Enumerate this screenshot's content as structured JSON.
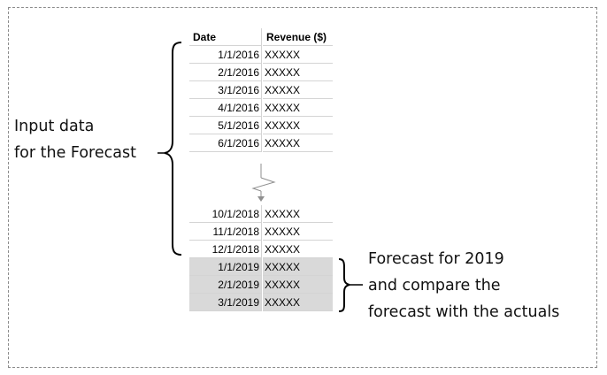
{
  "table": {
    "header": {
      "date": "Date",
      "revenue": "Revenue ($)"
    },
    "input_rows_top": [
      {
        "date": "1/1/2016",
        "revenue": "XXXXX"
      },
      {
        "date": "2/1/2016",
        "revenue": "XXXXX"
      },
      {
        "date": "3/1/2016",
        "revenue": "XXXXX"
      },
      {
        "date": "4/1/2016",
        "revenue": "XXXXX"
      },
      {
        "date": "5/1/2016",
        "revenue": "XXXXX"
      },
      {
        "date": "6/1/2016",
        "revenue": "XXXXX"
      }
    ],
    "input_rows_bottom": [
      {
        "date": "10/1/2018",
        "revenue": "XXXXX"
      },
      {
        "date": "11/1/2018",
        "revenue": "XXXXX"
      },
      {
        "date": "12/1/2018",
        "revenue": "XXXXX"
      }
    ],
    "forecast_rows": [
      {
        "date": "1/1/2019",
        "revenue": "XXXXX"
      },
      {
        "date": "2/1/2019",
        "revenue": "XXXXX"
      },
      {
        "date": "3/1/2019",
        "revenue": "XXXXX"
      }
    ]
  },
  "annotations": {
    "input": {
      "line1": "Input data",
      "line2": "for the Forecast"
    },
    "forecast": {
      "line1": "Forecast for 2019",
      "line2": "and compare the",
      "line3": "forecast with the actuals"
    }
  },
  "colors": {
    "forecast_fill": "#d9d9d9",
    "grid": "#d4d4d4",
    "frame": "#8c8c8c"
  }
}
